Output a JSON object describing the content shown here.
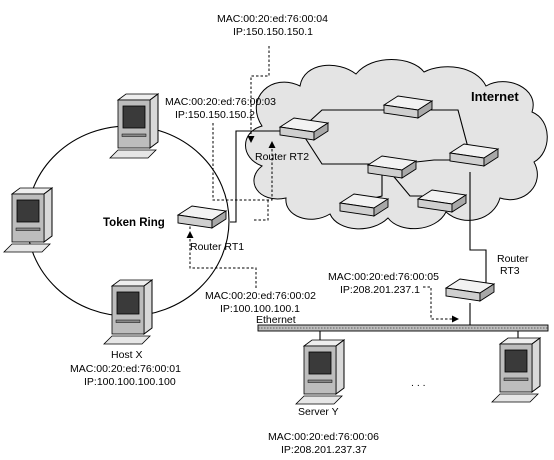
{
  "labels": {
    "internet": "Internet",
    "token_ring": "Token Ring",
    "ethernet": "Ethernet",
    "ellipsis": ". . .",
    "router_rt1": "Router RT1",
    "router_rt2": "Router RT2",
    "router_rt3_line1": "Router",
    "router_rt3_line2": "RT3",
    "host_x": "Host X",
    "server_y": "Server Y"
  },
  "addresses": {
    "rt2_internet_mac": "MAC:00:20:ed:76:00:04",
    "rt2_internet_ip": "IP:150.150.150.1",
    "rt1_wan_mac": "MAC:00:20:ed:76:00:03",
    "rt1_wan_ip": "IP:150.150.150.2",
    "rt1_lan_mac": "MAC:00:20:ed:76:00:02",
    "rt1_lan_ip": "IP:100.100.100.1",
    "rt3_lan_mac": "MAC:00:20:ed:76:00:05",
    "rt3_lan_ip": "IP:208.201.237.1",
    "host_x_mac": "MAC:00:20:ed:76:00:01",
    "host_x_ip": "IP:100.100.100.100",
    "server_y_mac": "MAC:00:20:ed:76:00:06",
    "server_y_ip": "IP:208.201.237.37"
  }
}
